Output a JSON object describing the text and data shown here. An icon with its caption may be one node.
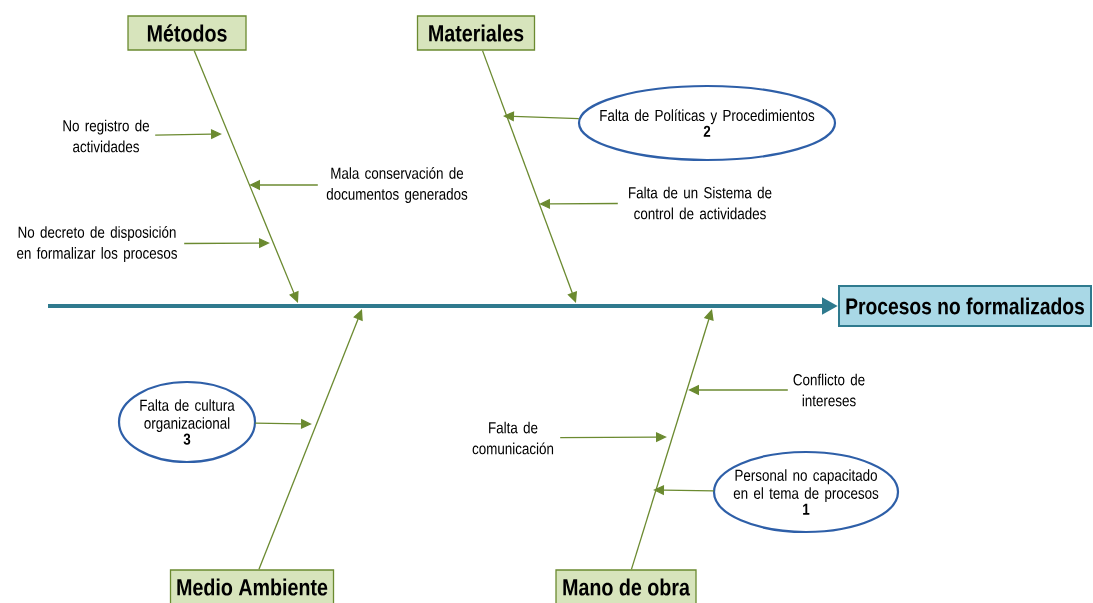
{
  "diagram": {
    "nodes": [
      {
        "text": [
          "Métodos"
        ]
      },
      {
        "text": [
          "Materiales"
        ]
      },
      {
        "text": [
          "Procesos no formalizados"
        ]
      },
      {
        "text": [
          "Medio Ambiente"
        ]
      },
      {
        "text": [
          "Mano de obra"
        ]
      },
      {
        "text": [
          "No registro de actividades"
        ]
      },
      {
        "text": [
          "Mala conservación de documentos generados"
        ]
      },
      {
        "text": [
          "No decreto de disposición en formalizar los procesos"
        ]
      },
      {
        "text": [
          "Falta de Políticas y Procedimientos",
          "2"
        ]
      },
      {
        "text": [
          "Falta de un Sistema de control de actividades"
        ]
      },
      {
        "text": [
          "Falta de cultura organizacional",
          "3"
        ]
      },
      {
        "text": [
          "Conflicto de intereses"
        ]
      },
      {
        "text": [
          "Falta de comunicación"
        ]
      },
      {
        "text": [
          "Personal no capacitado en el tema de procesos",
          "1"
        ]
      }
    ],
    "edges": [
      {
        "from": null,
        "to": 2,
        "arrow": "to",
        "style": "thick",
        "color": "#2f7a8e"
      },
      {
        "from": 0,
        "to": null,
        "arrow": "to"
      },
      {
        "from": 1,
        "to": null,
        "arrow": "to"
      },
      {
        "from": 3,
        "to": null,
        "arrow": "to"
      },
      {
        "from": 4,
        "to": null,
        "arrow": "to"
      },
      {
        "from": 5,
        "to": null,
        "arrow": "to"
      },
      {
        "from": 6,
        "to": null,
        "arrow": "to"
      },
      {
        "from": 7,
        "to": null,
        "arrow": "to"
      },
      {
        "from": 8,
        "to": null,
        "arrow": "to"
      },
      {
        "from": 9,
        "to": null,
        "arrow": "to"
      },
      {
        "from": 10,
        "to": null,
        "arrow": "to"
      },
      {
        "from": 11,
        "to": null,
        "arrow": "to"
      },
      {
        "from": 12,
        "to": null,
        "arrow": "to"
      },
      {
        "from": 13,
        "to": null,
        "arrow": "to"
      }
    ]
  }
}
